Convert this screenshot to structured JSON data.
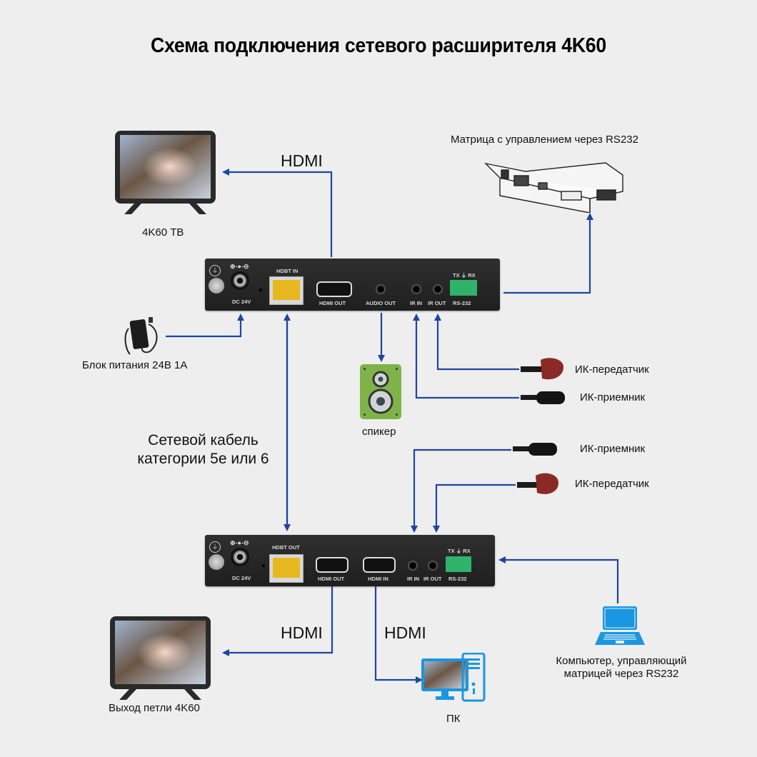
{
  "title": "Схема подключения сетевого расширителя 4K60",
  "labels": {
    "tv_top": "4K60 ТВ",
    "hdmi_top": "HDMI",
    "matrix": "Матрица с управлением через RS232",
    "power": "Блок питания 24В 1А",
    "speaker": "спикер",
    "ir_tx_top": "ИК-передатчик",
    "ir_rx_top": "ИК-приемник",
    "cable_line1": "Сетевой кабель",
    "cable_line2": "категории 5е или 6",
    "ir_rx_bottom": "ИК-приемник",
    "ir_tx_bottom": "ИК-передатчик",
    "hdmi_bottom_left": "HDMI",
    "hdmi_bottom_right": "HDMI",
    "tv_bottom": "Выход петли 4K60",
    "pc": "ПК",
    "computer_line1": "Компьютер, управляющий",
    "computer_line2": "матрицей через RS232"
  },
  "receiver": {
    "ports": {
      "power_symbol": "⊕-●-⊖",
      "dc": "DC 24V",
      "hdbt": "HDBT IN",
      "hdmi_out": "HDMI OUT",
      "audio_out": "AUDIO OUT",
      "ir_in": "IR IN",
      "ir_out": "IR OUT",
      "rs232_top": "TX ⏚ RX",
      "rs232": "RS-232"
    }
  },
  "transmitter": {
    "ports": {
      "power_symbol": "⊕-●-⊖",
      "dc": "DC 24V",
      "hdbt": "HDBT OUT",
      "hdmi_out": "HDMI OUT",
      "hdmi_in": "HDMI IN",
      "ir_in": "IR IN",
      "ir_out": "IR OUT",
      "rs232_top": "TX ⏚ RX",
      "rs232": "RS-232"
    }
  },
  "colors": {
    "wire": "#1e45a0",
    "background": "#eeeeee",
    "device": "#262626",
    "speaker": "#7fb34a",
    "pc_blue": "#1a97e0",
    "rs232_green": "#2fb36b",
    "rj45_yellow": "#e8b820"
  }
}
